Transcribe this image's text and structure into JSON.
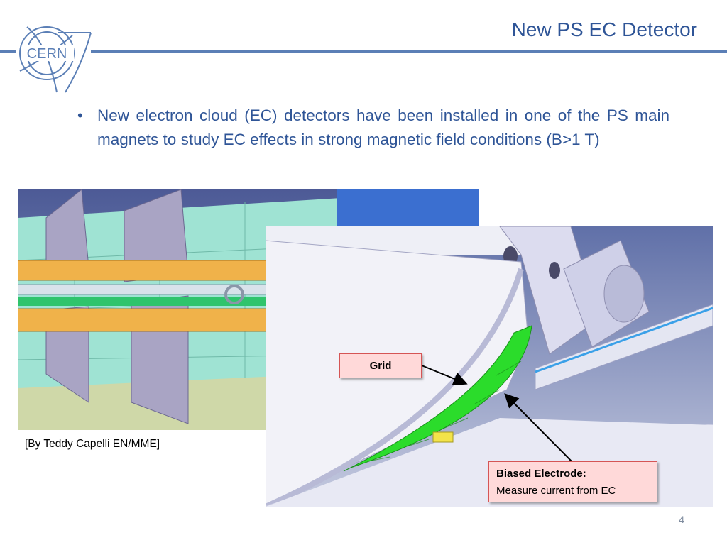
{
  "header": {
    "title": "New PS EC Detector",
    "logo_text": "CERN"
  },
  "body": {
    "bullet": "New electron cloud (EC) detectors have been installed in one of the PS main magnets to study EC effects in strong magnetic field conditions (B>1 T)"
  },
  "figure": {
    "credit": "[By Teddy Capelli EN/MME]",
    "grid_label": "Grid",
    "electrode_title": "Biased Electrode:",
    "electrode_desc": "Measure current from EC"
  },
  "footer": {
    "page_number": "4"
  },
  "colors": {
    "title_blue": "#2f5597",
    "rule_blue": "#5b7fb6",
    "callout_fill": "#ffd9d9",
    "callout_border": "#d55555",
    "grid_green": "#2bdc2b"
  }
}
